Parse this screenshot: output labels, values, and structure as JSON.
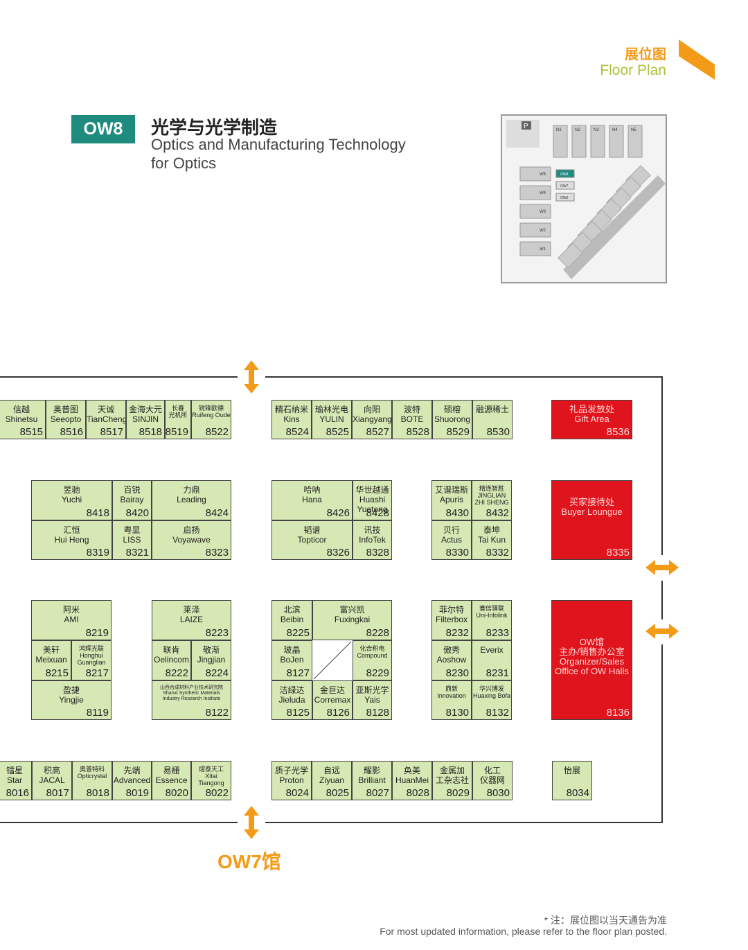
{
  "header": {
    "floor_plan_cn": "展位图",
    "floor_plan_en": "Floor Plan"
  },
  "hall": {
    "code": "OW8",
    "title_cn": "光学与光学制造",
    "title_en_line1": "Optics and Manufacturing Technology",
    "title_en_line2": "for Optics"
  },
  "minimap": {
    "north_halls": [
      "N1",
      "N2",
      "N3",
      "N4",
      "N5"
    ],
    "west_halls": [
      "W5",
      "W4",
      "W3",
      "W2",
      "W1"
    ],
    "ow_halls": [
      "OW8",
      "OW7",
      "OW6"
    ],
    "parking": "P",
    "highlight": "OW8",
    "colors": {
      "highlight": "#1f8b7f"
    }
  },
  "booths": [
    {
      "name": "信越\nShinetsu",
      "no": "8515"
    },
    {
      "name": "奥普图\nSeeopto",
      "no": "8516"
    },
    {
      "name": "天诚\nTianCheng",
      "no": "8517"
    },
    {
      "name": "金海大元\nSINJIN",
      "no": "8518"
    },
    {
      "name": "长春\n光机所",
      "no": "8519"
    },
    {
      "name": "锐锋欧德\nRuifeng Oude",
      "no": "8522"
    },
    {
      "name": "精石纳米\nKins",
      "no": "8524"
    },
    {
      "name": "瑜林光电\nYULIN",
      "no": "8525"
    },
    {
      "name": "向阳\nXiangyang",
      "no": "8527"
    },
    {
      "name": "波特\nBOTE",
      "no": "8528"
    },
    {
      "name": "硕榕\nShuorong",
      "no": "8529"
    },
    {
      "name": "融源稀土",
      "no": "8530"
    },
    {
      "name": "礼品发放处\nGift Area",
      "no": "8536"
    },
    {
      "name": "昱驰\nYuchi",
      "no": "8418"
    },
    {
      "name": "百锐\nBairay",
      "no": "8420"
    },
    {
      "name": "力鼎\nLeading",
      "no": "8424"
    },
    {
      "name": "汇恒\nHui Heng",
      "no": "8319"
    },
    {
      "name": "粤显\nLISS",
      "no": "8321"
    },
    {
      "name": "启扬\nVoyawave",
      "no": "8323"
    },
    {
      "name": "哈呐\nHana",
      "no": "8426"
    },
    {
      "name": "华世越通\nHuashi\nYuetong",
      "no": "8428"
    },
    {
      "name": "韬谱\nTopticor",
      "no": "8326"
    },
    {
      "name": "讯技\nInfoTek",
      "no": "8328"
    },
    {
      "name": "艾谱瑞斯\nApuris",
      "no": "8430"
    },
    {
      "name": "精连智胜\nJINGLIAN\nZHI SHENG",
      "no": "8432"
    },
    {
      "name": "贝行\nActus",
      "no": "8330"
    },
    {
      "name": "泰坤\nTai Kun",
      "no": "8332"
    },
    {
      "name": "买家接待处\nBuyer Loungue",
      "no": "8335"
    },
    {
      "name": "阿米\nAMI",
      "no": "8219"
    },
    {
      "name": "美轩\nMeixuan",
      "no": "8215"
    },
    {
      "name": "鸿辉光联\nHonghui\nGuanglian",
      "no": "8217"
    },
    {
      "name": "盈捷\nYingjie",
      "no": "8119"
    },
    {
      "name": "莱泽\nLAIZE",
      "no": "8223"
    },
    {
      "name": "联肯\nOelincom",
      "no": "8222"
    },
    {
      "name": "敬渐\nJingjian",
      "no": "8224"
    },
    {
      "name": "山西合成材料产业技术研究院\nShanxi Synthetic Materials\nIndustry Research Institute",
      "no": "8122"
    },
    {
      "name": "北滨\nBeibin",
      "no": "8225"
    },
    {
      "name": "富兴凯\nFuxingkai",
      "no": "8228"
    },
    {
      "name": "玻晶\nBoJen",
      "no": "8127"
    },
    {
      "name": "化合积电\nCompound",
      "no": "8229"
    },
    {
      "name": "洁绿达\nJieluda",
      "no": "8125"
    },
    {
      "name": "金巨达\nCorremax",
      "no": "8126"
    },
    {
      "name": "亚斯光学\nYais",
      "no": "8128"
    },
    {
      "name": "菲尔特\nFilterbox",
      "no": "8232"
    },
    {
      "name": "寰信驿联\nUni-Infolink",
      "no": "8233"
    },
    {
      "name": "傲秀\nAoshow",
      "no": "8230"
    },
    {
      "name": "Everix",
      "no": "8231"
    },
    {
      "name": "鼎新\nInnovation",
      "no": "8130"
    },
    {
      "name": "华兴博发\nHuaxing Bofa",
      "no": "8132"
    },
    {
      "name": "OW馆\n主办/销售办公室\nOrganizer/Sales\nOffice of OW Halls",
      "no": "8136"
    },
    {
      "name": "镭星\nStar",
      "no": "8016"
    },
    {
      "name": "积高\nJACAL",
      "no": "8017"
    },
    {
      "name": "奥普特科\nOpticrystal",
      "no": "8018"
    },
    {
      "name": "先端\nAdvanced",
      "no": "8019"
    },
    {
      "name": "易栅\nEssence",
      "no": "8020"
    },
    {
      "name": "熠泰天工\nXitai\nTiangong",
      "no": "8022"
    },
    {
      "name": "质子光学\nProton",
      "no": "8024"
    },
    {
      "name": "自远\nZiyuan",
      "no": "8025"
    },
    {
      "name": "耀影\nBrilliant",
      "no": "8027"
    },
    {
      "name": "奂美\nHuanMei",
      "no": "8028"
    },
    {
      "name": "金属加\n工杂志社",
      "no": "8029"
    },
    {
      "name": "化工\n仪器网",
      "no": "8030"
    },
    {
      "name": "怡展",
      "no": "8034"
    }
  ],
  "labels": {
    "next_hall": "OW7馆"
  },
  "notes": {
    "cn": "* 注：展位图以当天通告为准",
    "en": "For most updated information, please refer to the floor plan posted."
  },
  "colors": {
    "booth": "#d6e8b4",
    "service": "#e0141c",
    "arrow": "#f39a17",
    "accent_green": "#a9c43a"
  }
}
